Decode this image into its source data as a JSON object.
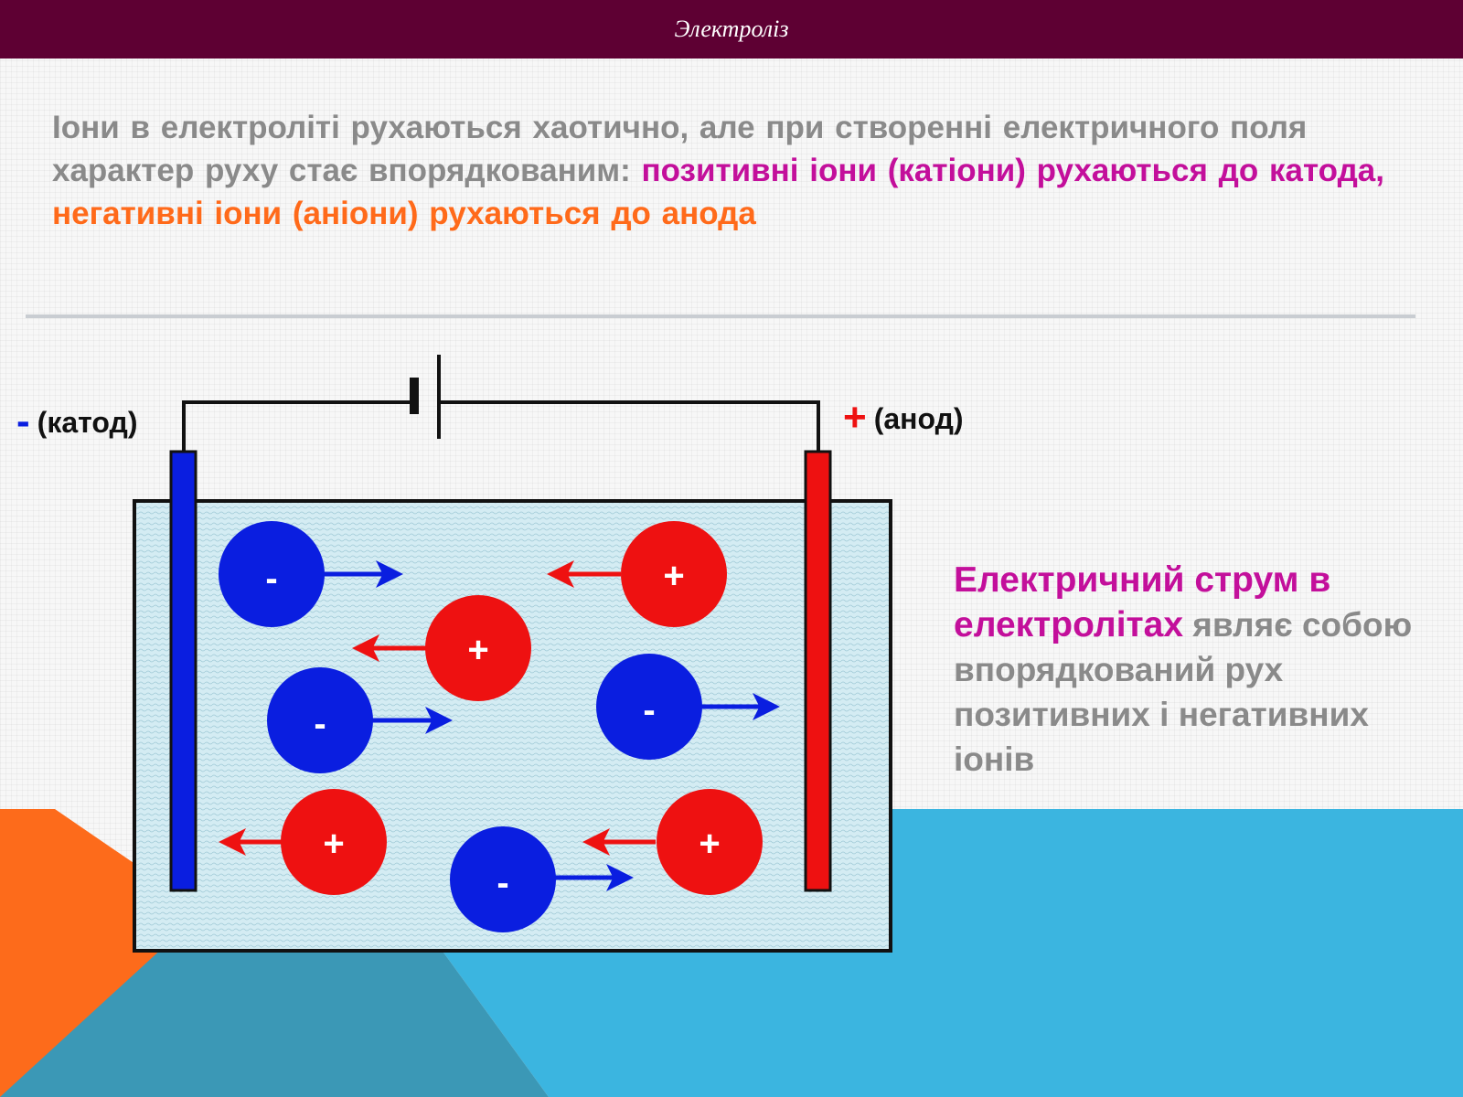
{
  "header": {
    "title": "Электроліз"
  },
  "intro": {
    "part1": "Іони в електроліті рухаються хаотично, але при створенні електричного поля характер руху стає впорядкованим: ",
    "part2": "позитивні іони (катіони) рухаються до катода, ",
    "part3": "негативні іони (аніони) рухаються до анода"
  },
  "electrodes": {
    "cathode_sign": "-",
    "cathode_label": "(катод)",
    "anode_sign": "+",
    "anode_label": "(анод)"
  },
  "ions": [
    {
      "sign": "-"
    },
    {
      "sign": "+"
    },
    {
      "sign": "+"
    },
    {
      "sign": "-"
    },
    {
      "sign": "-"
    },
    {
      "sign": "+"
    },
    {
      "sign": "-"
    },
    {
      "sign": "+"
    }
  ],
  "side": {
    "highlight": "Електричний струм в електролітах",
    "rest": " являє собою впорядкований рух позитивних і негативних іонів"
  },
  "colors": {
    "header": "#5e0033",
    "cation": "#ee1111",
    "anion": "#0a1ee0",
    "cathode": "#0a1ee0",
    "anode": "#ee1111",
    "magenta": "#c30f9b",
    "orange": "#ff6a1a",
    "gray_text": "#8a8a8a",
    "decor_orange": "#fd6b1b",
    "decor_blue": "#3bb5e0"
  }
}
